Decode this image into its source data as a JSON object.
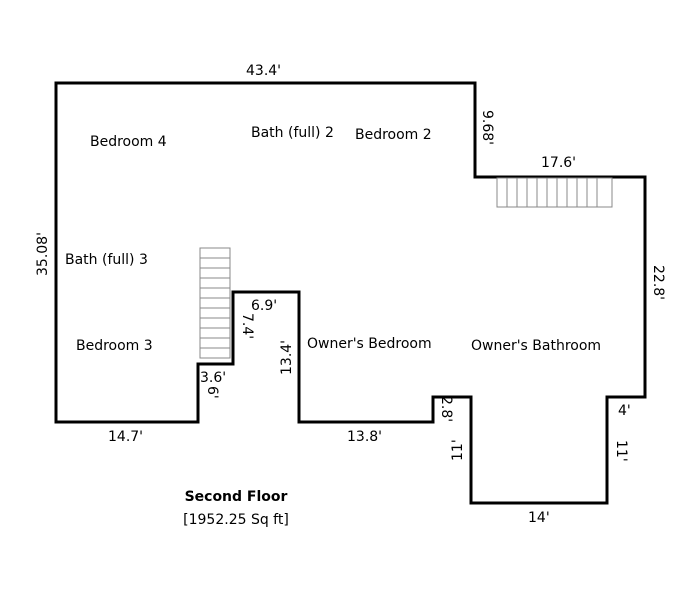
{
  "rooms": {
    "bedroom_4": "Bedroom 4",
    "bath_full_2": "Bath (full) 2",
    "bedroom_2": "Bedroom 2",
    "bath_full_3": "Bath (full) 3",
    "bedroom_3": "Bedroom 3",
    "owners_bedroom": "Owner's Bedroom",
    "owners_bathroom": "Owner's Bathroom"
  },
  "dimensions": {
    "top": "43.4'",
    "left": "35.08'",
    "right_upper_notch": "9.68'",
    "stair_top": "17.6'",
    "right": "22.8'",
    "inner_top": "6.9'",
    "inner_left": "7.4'",
    "inner_right": "13.4'",
    "step_width": "3.6'",
    "step_height": "6'",
    "bottom_left": "14.7'",
    "bottom_middle": "13.8'",
    "small_notch": "2.8'",
    "right_notch": "4'",
    "bump_left": "11'",
    "bump_right": "11'",
    "bump_bottom": "14'"
  },
  "caption": {
    "title": "Second Floor",
    "area": "[1952.25 Sq ft]"
  }
}
